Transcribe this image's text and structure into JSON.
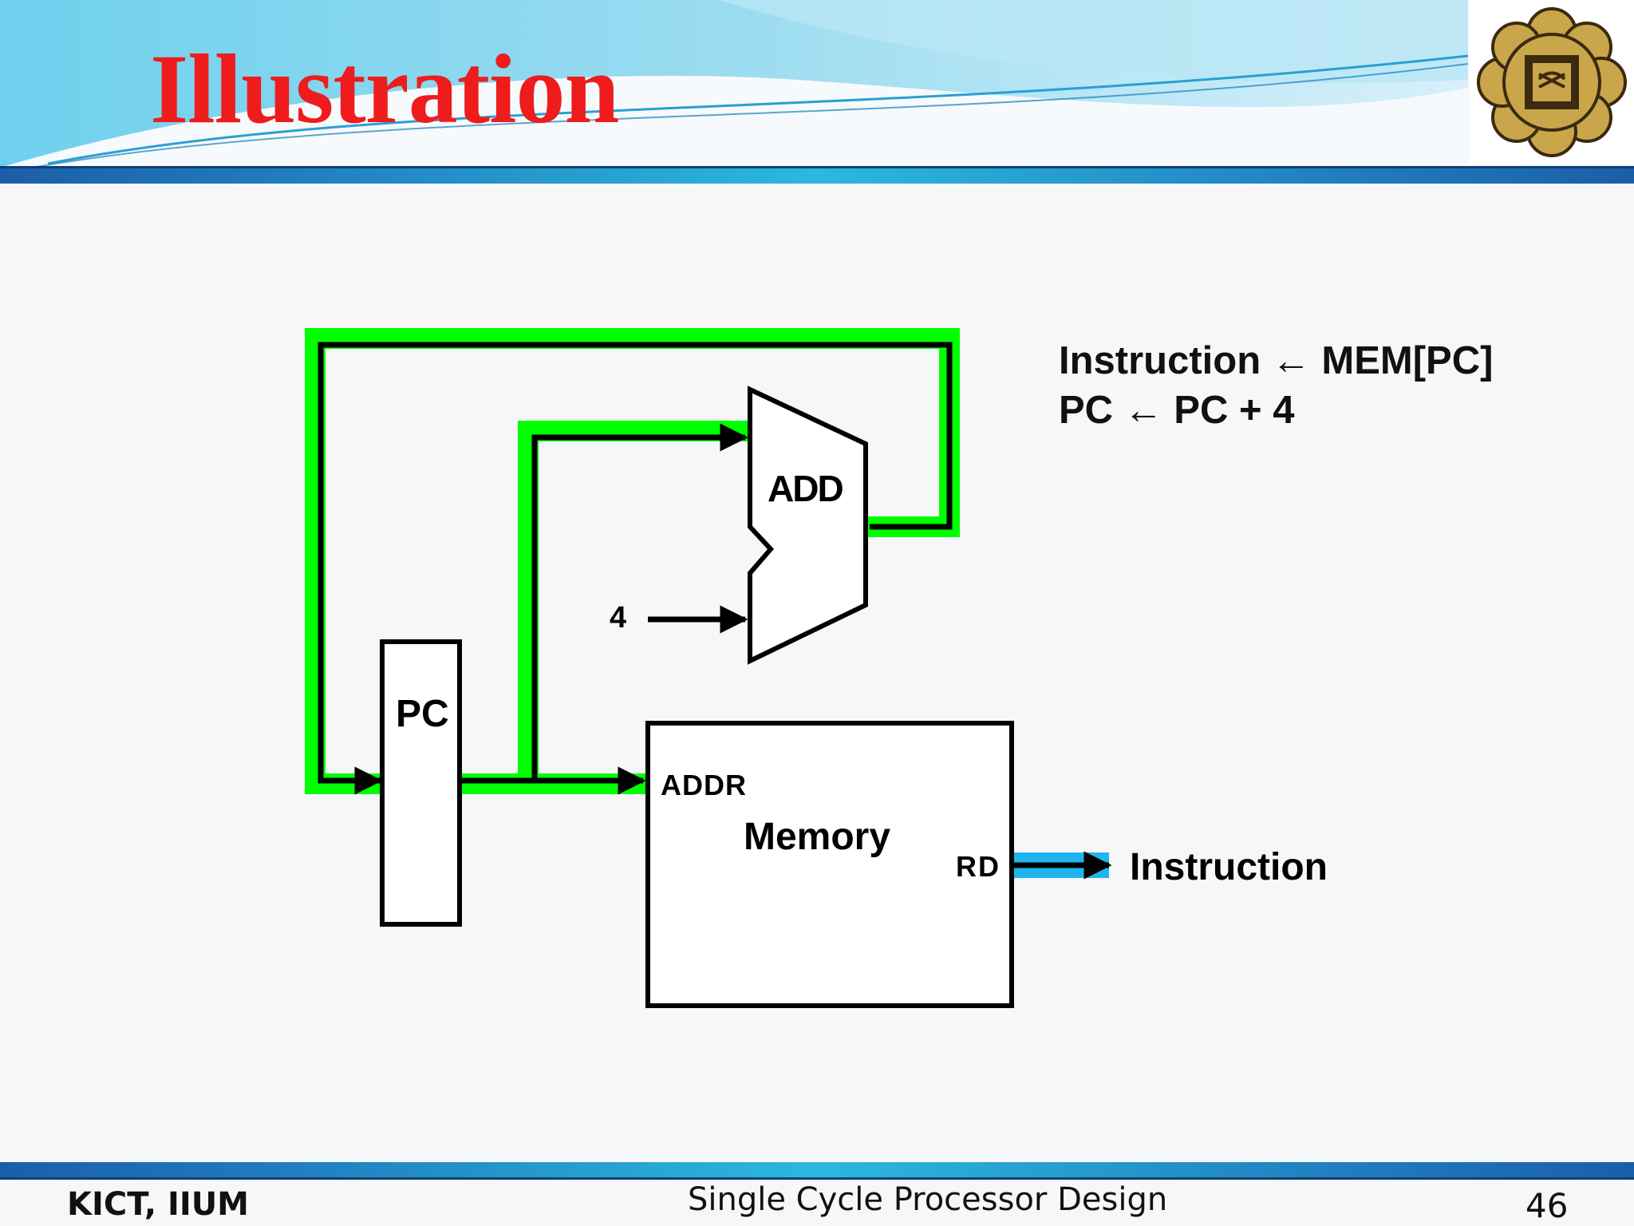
{
  "slide": {
    "title": "Illustration",
    "page_number": "46"
  },
  "footer": {
    "left": "KICT, IIUM",
    "center": "Single Cycle Processor Design"
  },
  "diagram": {
    "pc_label": "PC",
    "add_label": "ADD",
    "constant_label": "4",
    "memory_label": "Memory",
    "addr_port_label": "ADDR",
    "rd_port_label": "RD",
    "output_label": "Instruction",
    "equation_1": "Instruction ← MEM[PC]",
    "equation_2": "PC ← PC + 4"
  },
  "colors": {
    "title": "#ee1c1c",
    "highlight_path": "#00ff00",
    "output_highlight": "#1fb6f0",
    "header_blue": "#5bc3e6",
    "footer_bar": "#1c6fae",
    "logo_gold": "#c9a64a"
  },
  "icons": {
    "logo": "university-emblem-icon"
  }
}
